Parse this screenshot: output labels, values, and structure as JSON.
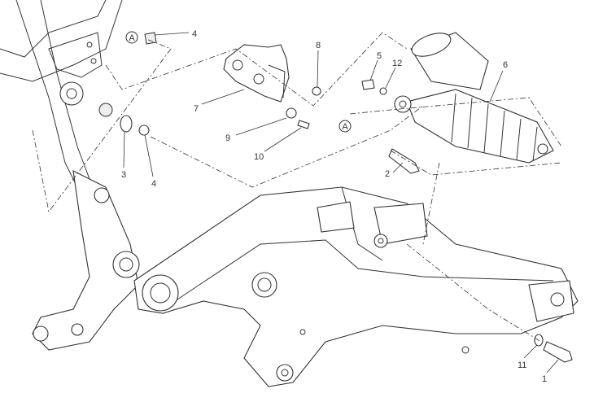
{
  "diagram": {
    "callouts": [
      {
        "id": "4a",
        "label": "4"
      },
      {
        "id": "8",
        "label": "8"
      },
      {
        "id": "5",
        "label": "5"
      },
      {
        "id": "12",
        "label": "12"
      },
      {
        "id": "6",
        "label": "6"
      },
      {
        "id": "7",
        "label": "7"
      },
      {
        "id": "9",
        "label": "9"
      },
      {
        "id": "10",
        "label": "10"
      },
      {
        "id": "3",
        "label": "3"
      },
      {
        "id": "4b",
        "label": "4"
      },
      {
        "id": "2",
        "label": "2"
      },
      {
        "id": "11",
        "label": "11"
      },
      {
        "id": "1",
        "label": "1"
      }
    ],
    "references": [
      {
        "label": "A"
      },
      {
        "label": "A"
      }
    ]
  }
}
